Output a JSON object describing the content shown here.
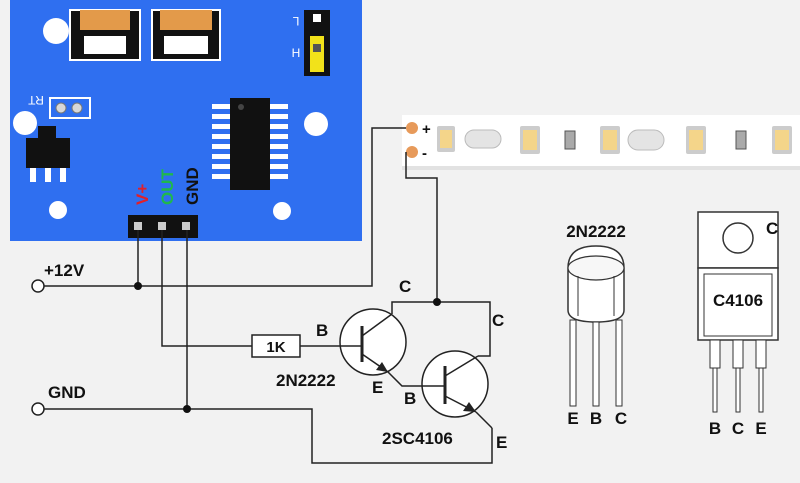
{
  "board": {
    "jumper_low": "L",
    "jumper_high": "H",
    "pot_label": "RT",
    "pin_vplus": "V+",
    "pin_out": "OUT",
    "pin_gnd": "GND"
  },
  "strip": {
    "plus": "+",
    "minus": "-"
  },
  "rails": {
    "v12": "+12V",
    "gnd": "GND"
  },
  "resistor": {
    "value": "1K"
  },
  "q1": {
    "name": "2N2222",
    "b": "B",
    "c": "C",
    "e": "E"
  },
  "q2": {
    "name": "2SC4106",
    "b": "B",
    "c": "C",
    "e": "E"
  },
  "to92": {
    "name": "2N2222",
    "pins": [
      "E",
      "B",
      "C"
    ]
  },
  "to220": {
    "name": "C4106",
    "tab": "C",
    "pins": [
      "B",
      "C",
      "E"
    ]
  },
  "colors": {
    "board": "#2f6ff0",
    "vplus": "#e0202a",
    "out": "#1fb84c",
    "gnd": "#111111",
    "jumper": "#f2e21a",
    "pad": "#e79a5a",
    "led": "#f4d58a"
  }
}
